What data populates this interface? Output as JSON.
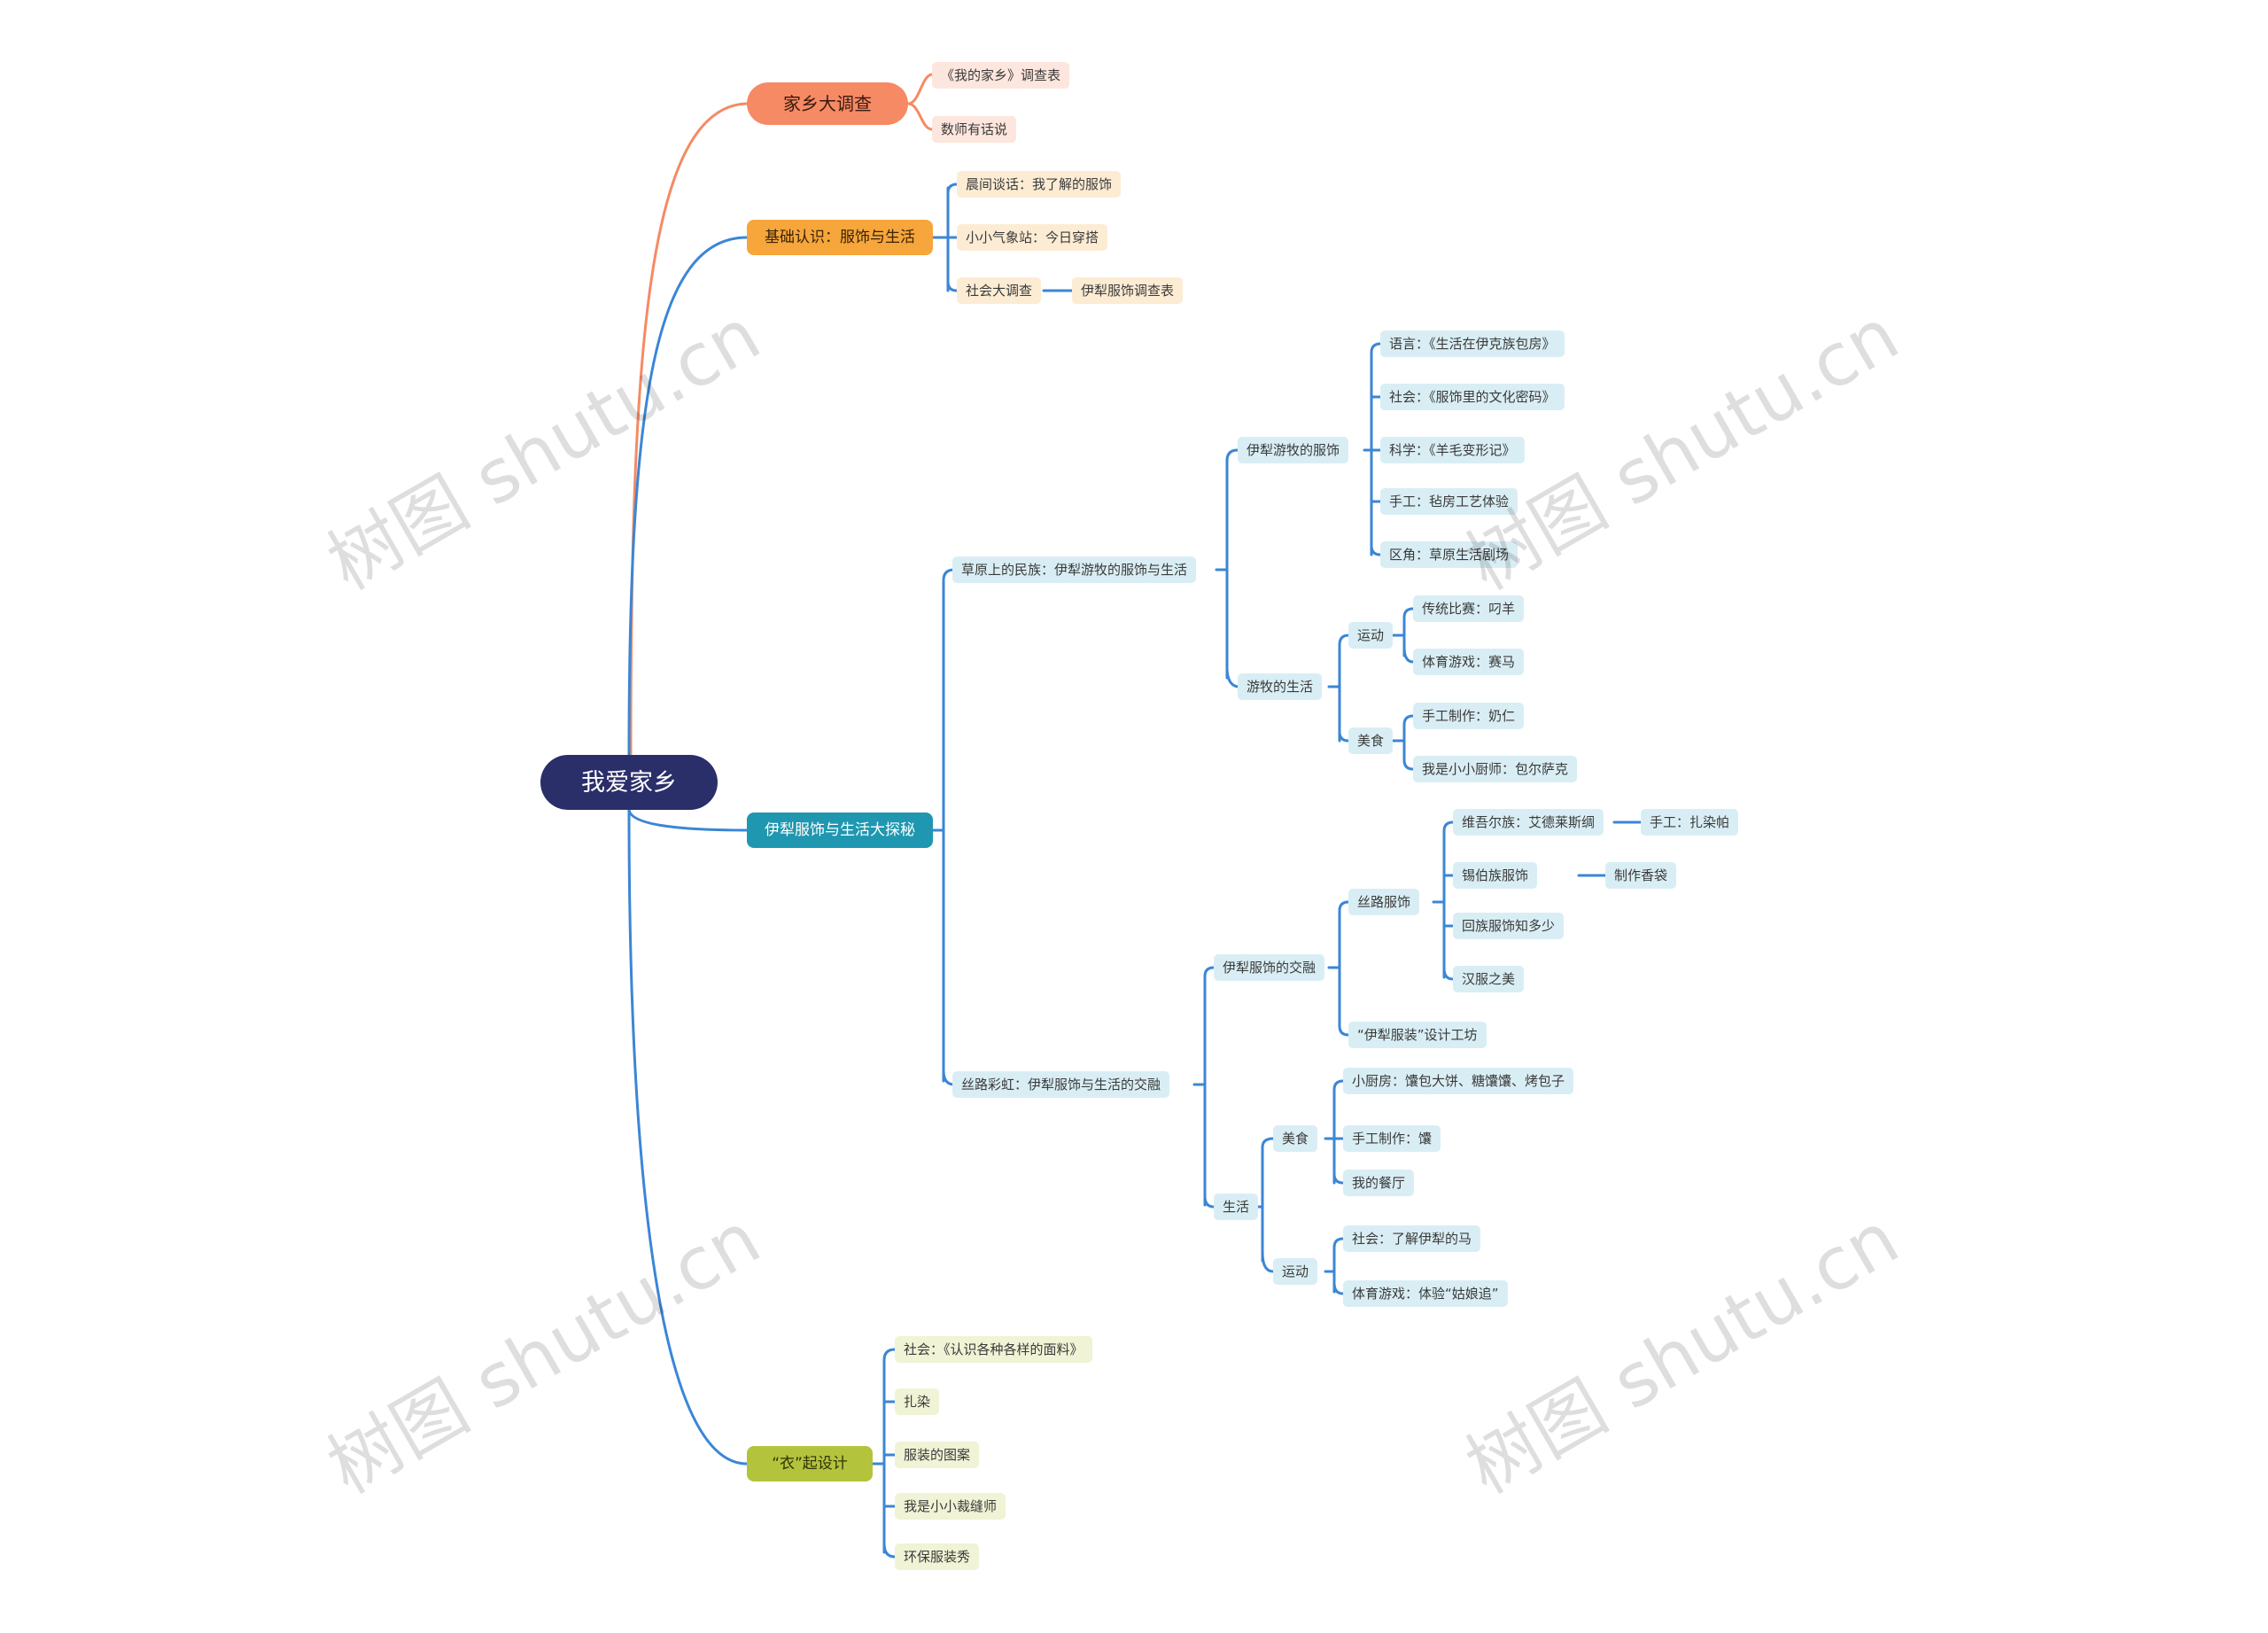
{
  "colors": {
    "root": "#2a2f6a",
    "orange": "#f58a64",
    "amber": "#f6a63a",
    "teal": "#1f97b0",
    "lime": "#b4c33c",
    "connector_blue": "#3b86d6",
    "connector_orange": "#f58a64"
  },
  "root": {
    "label": "我爱家乡"
  },
  "branches": {
    "survey": {
      "label": "家乡大调查",
      "children": [
        "《我的家乡》调查表",
        "数师有话说"
      ]
    },
    "basics": {
      "label": "基础认识：服饰与生活",
      "children": [
        "晨间谈话：我了解的服饰",
        "小小气象站：今日穿搭",
        "社会大调查"
      ],
      "survey_sub": "伊犁服饰调查表"
    },
    "explore": {
      "label": "伊犁服饰与生活大探秘",
      "grassland": {
        "label": "草原上的民族：伊犁游牧的服饰与生活",
        "clothing": {
          "label": "伊犁游牧的服饰",
          "items": [
            "语言：《生活在伊克族包房》",
            "社会：《服饰里的文化密码》",
            "科学：《羊毛变形记》",
            "手工：毡房工艺体验",
            "区角：草原生活剧场"
          ]
        },
        "life": {
          "label": "游牧的生活",
          "sport": {
            "label": "运动",
            "items": [
              "传统比赛：叼羊",
              "体育游戏：赛马"
            ]
          },
          "food": {
            "label": "美食",
            "items": [
              "手工制作：奶仁",
              "我是小小厨师：包尔萨克"
            ]
          }
        }
      },
      "silkroad": {
        "label": "丝路彩虹：伊犁服饰与生活的交融",
        "blend": {
          "label": "伊犁服饰的交融",
          "silk": {
            "label": "丝路服饰",
            "items": [
              "维吾尔族：艾德莱斯绸",
              "锡伯族服饰",
              "回族服饰知多少",
              "汉服之美"
            ],
            "uyghur_sub": "手工：扎染帕",
            "xibe_sub": "制作香袋"
          },
          "workshop": "“伊犁服装”设计工坊"
        },
        "living": {
          "label": "生活",
          "food": {
            "label": "美食",
            "items": [
              "小厨房：馕包大饼、糖馕馕、烤包子",
              "手工制作：馕",
              "我的餐厅"
            ]
          },
          "sport": {
            "label": "运动",
            "items": [
              "社会：了解伊犁的马",
              "体育游戏：体验“姑娘追”"
            ]
          }
        }
      }
    },
    "clothes": {
      "label": "“衣”起设计",
      "items": [
        "社会：《认识各种各样的面料》",
        "扎染",
        "服装的图案",
        "我是小小裁缝师",
        "环保服装秀"
      ]
    }
  },
  "watermark": "树图 shutu.cn"
}
